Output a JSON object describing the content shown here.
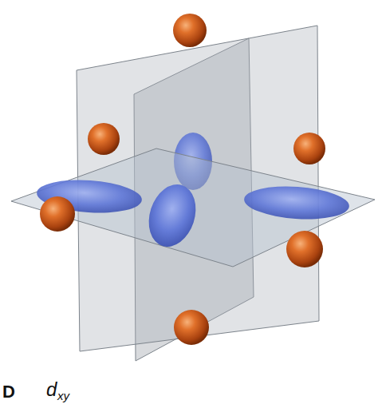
{
  "diagram": {
    "labels": [
      "D",
      "d",
      "xy"
    ]
  }
}
